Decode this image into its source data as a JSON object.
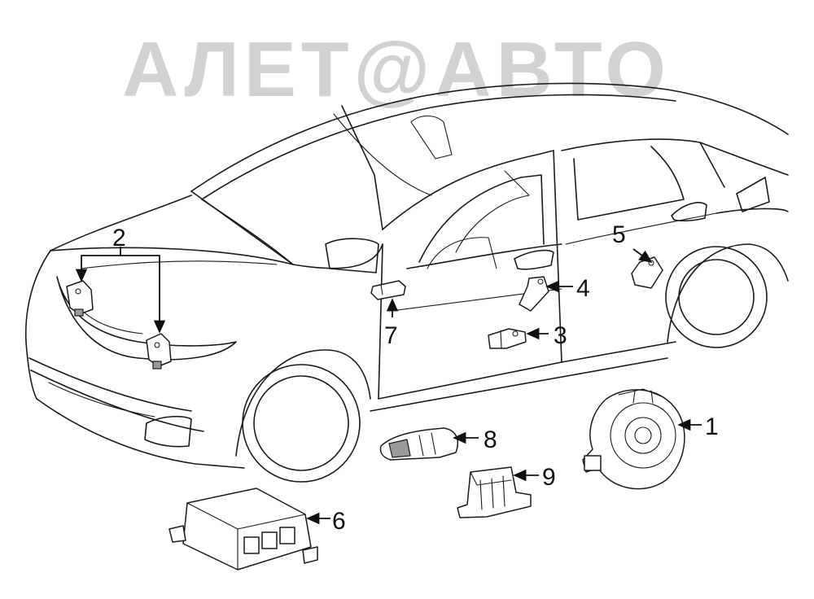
{
  "watermark": "АЛЕТ@АВТО",
  "callouts": [
    {
      "id": "callout-1",
      "label": "1"
    },
    {
      "id": "callout-2",
      "label": "2"
    },
    {
      "id": "callout-3",
      "label": "3"
    },
    {
      "id": "callout-4",
      "label": "4"
    },
    {
      "id": "callout-5",
      "label": "5"
    },
    {
      "id": "callout-6",
      "label": "6"
    },
    {
      "id": "callout-7",
      "label": "7"
    },
    {
      "id": "callout-8",
      "label": "8"
    },
    {
      "id": "callout-9",
      "label": "9"
    }
  ],
  "colors": {
    "line": "#1a1a1a",
    "watermark": "#c4c4c4",
    "background": "#ffffff"
  }
}
